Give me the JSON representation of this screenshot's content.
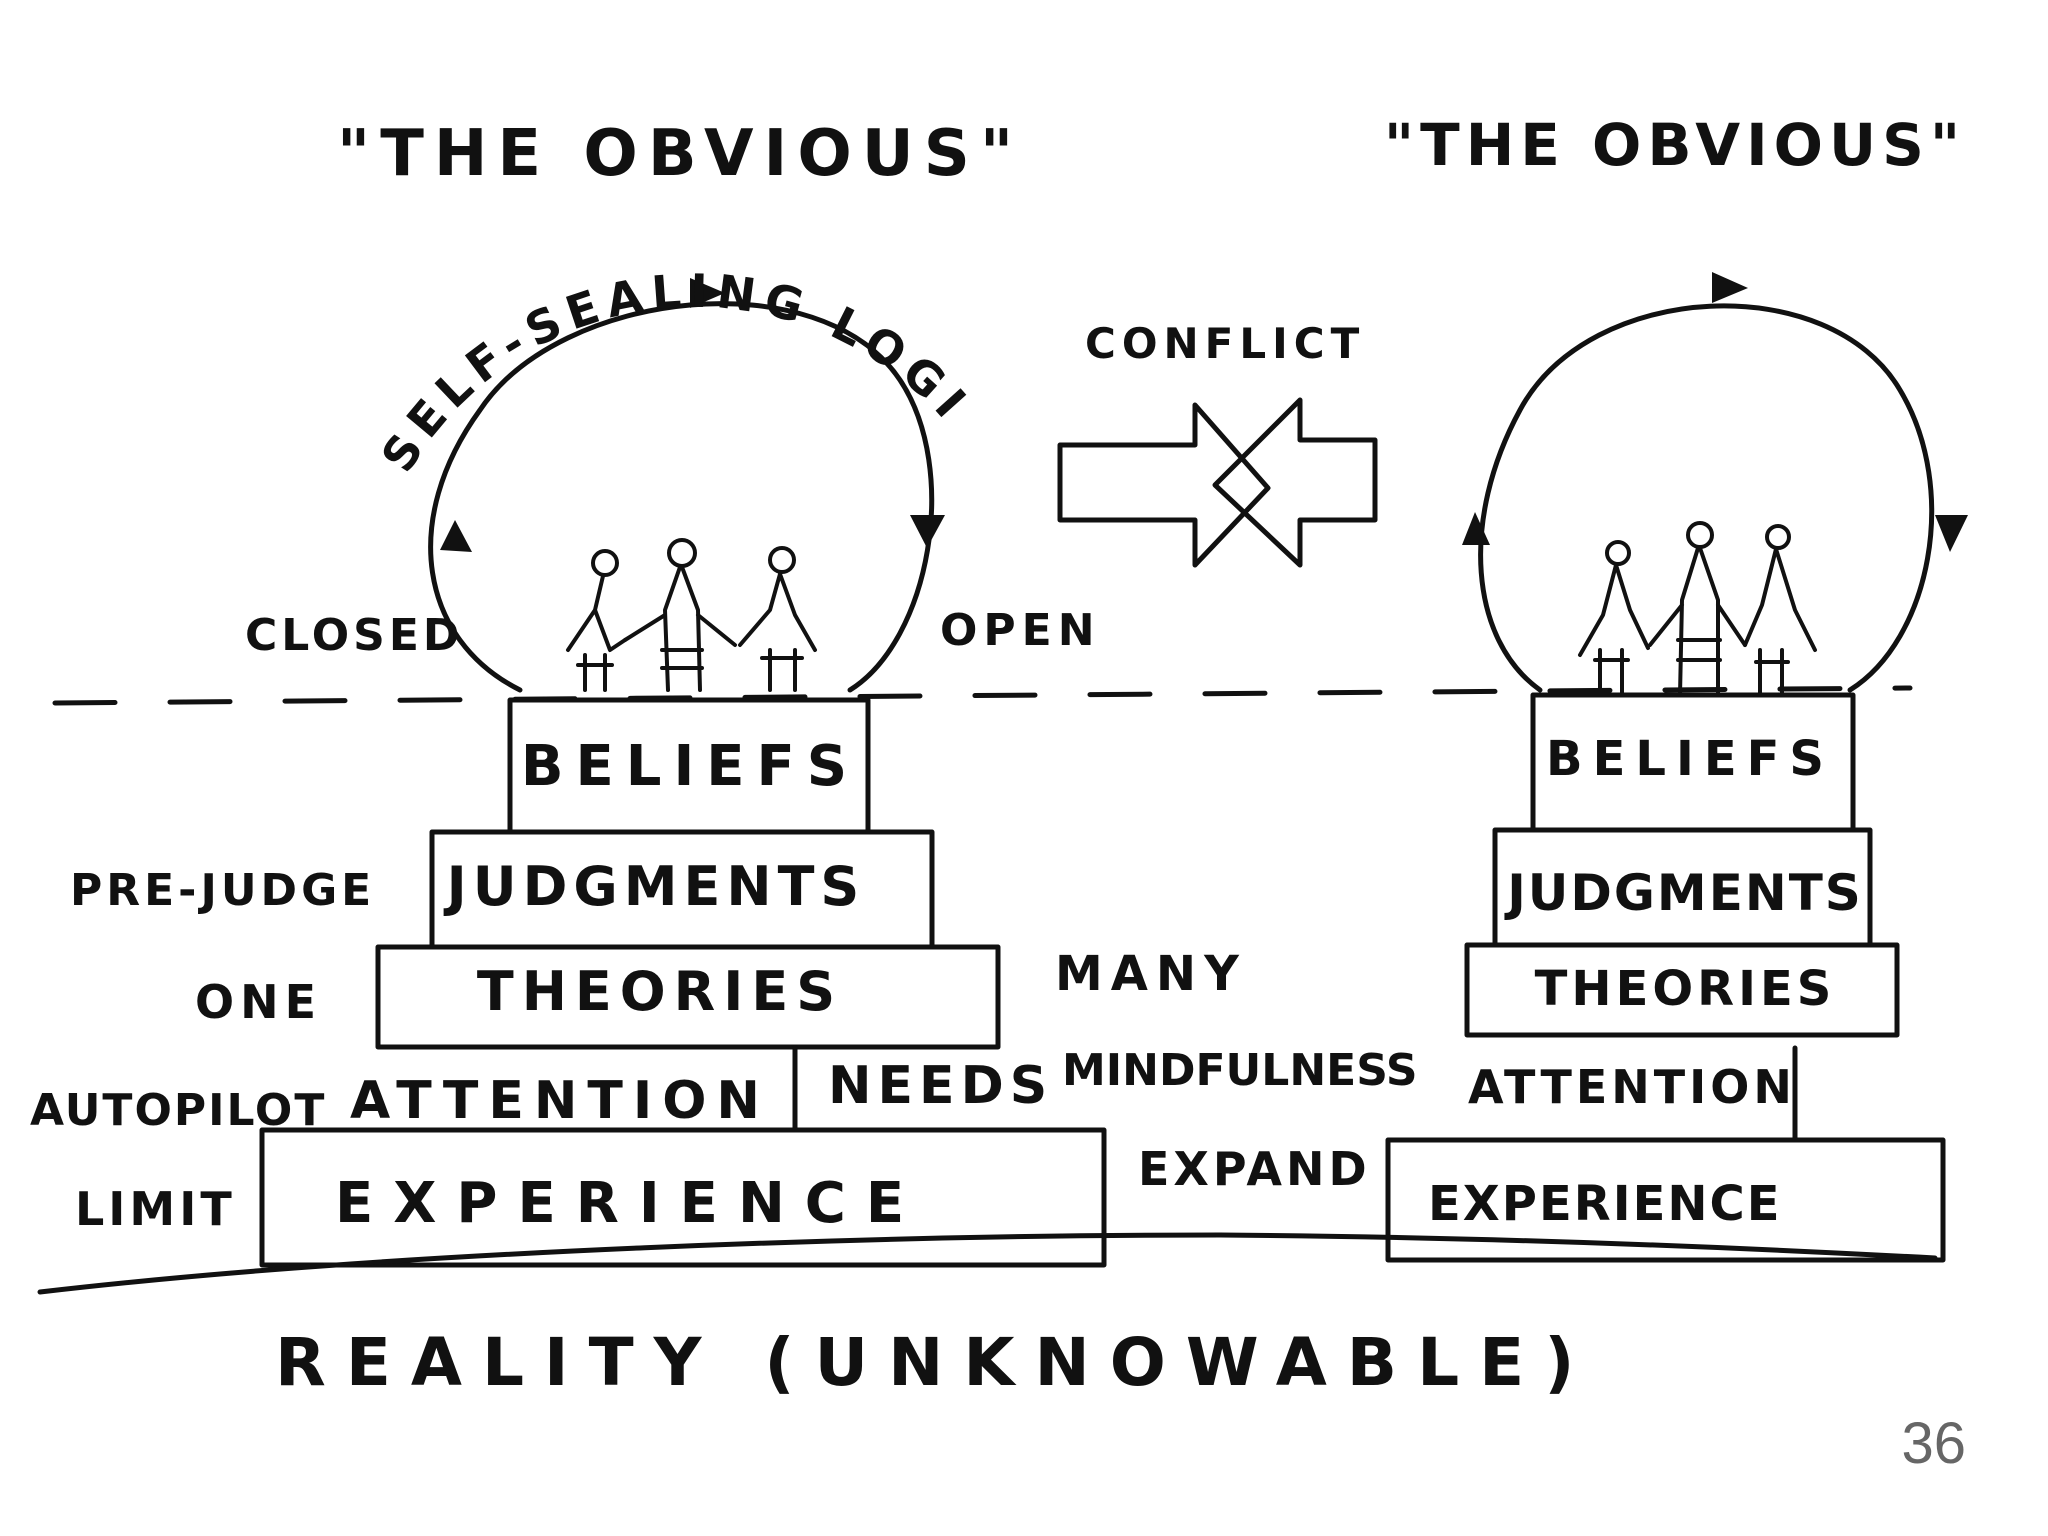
{
  "left": {
    "title": "\"THE OBVIOUS\"",
    "loop_label": "SELF-SEALING LOGIC",
    "closed_label": "CLOSED",
    "open_label": "OPEN",
    "boxes": {
      "beliefs": "BELIEFS",
      "judgments": "JUDGMENTS",
      "theories": "THEORIES",
      "attention": "ATTENTION",
      "needs": "NEEDS",
      "experience": "EXPERIENCE"
    },
    "side_labels": {
      "prejudge": "PRE-JUDGE",
      "one": "ONE",
      "autopilot": "AUTOPILOT",
      "limit": "LIMIT"
    }
  },
  "middle": {
    "conflict": "CONFLICT",
    "many": "MANY",
    "mindfulness": "MINDFULNESS",
    "expand": "EXPAND"
  },
  "right": {
    "title": "\"THE OBVIOUS\"",
    "boxes": {
      "beliefs": "BELIEFS",
      "judgments": "JUDGMENTS",
      "theories": "THEORIES",
      "attention": "ATTENTION",
      "experience": "EXPERIENCE"
    }
  },
  "reality": "REALITY (UNKNOWABLE)",
  "page_number": "36"
}
